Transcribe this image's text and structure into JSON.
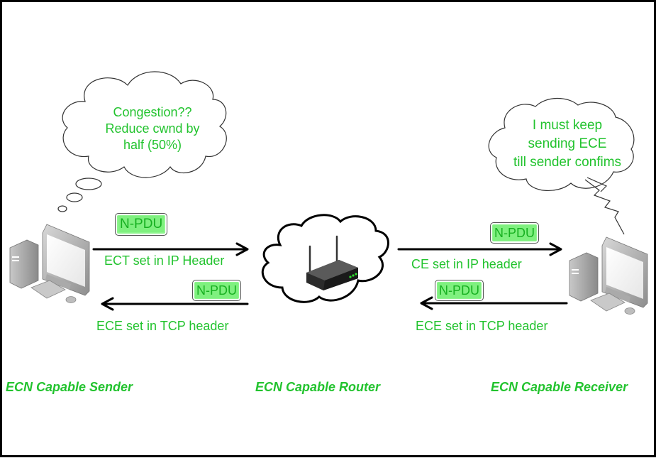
{
  "diagram": {
    "title": "ECN (Explicit Congestion Notification) flow",
    "accent_color": "#22c32e",
    "pdu_fill_color": "#8ef58e",
    "sender": {
      "label": "ECN Capable Sender",
      "thought": {
        "line1": "Congestion??",
        "line2": "Reduce cwnd by",
        "line3": "half (50%)"
      },
      "icon": "desktop-computer-icon"
    },
    "router": {
      "label": "ECN Capable Router",
      "icon": "wireless-router-icon",
      "container": "network-cloud"
    },
    "receiver": {
      "label": "ECN Capable Receiver",
      "thought": {
        "line1": "I must keep",
        "line2": "sending ECE",
        "line3": "till sender confims"
      },
      "icon": "desktop-computer-icon"
    },
    "flows": [
      {
        "from": "sender",
        "to": "router",
        "packet": "N-PDU",
        "label": "ECT set in IP Header"
      },
      {
        "from": "router",
        "to": "sender",
        "packet": "N-PDU",
        "label": "ECE set in TCP header"
      },
      {
        "from": "router",
        "to": "receiver",
        "packet": "N-PDU",
        "label": "CE set in IP header"
      },
      {
        "from": "receiver",
        "to": "router",
        "packet": "N-PDU",
        "label": "ECE set in TCP header"
      }
    ]
  }
}
